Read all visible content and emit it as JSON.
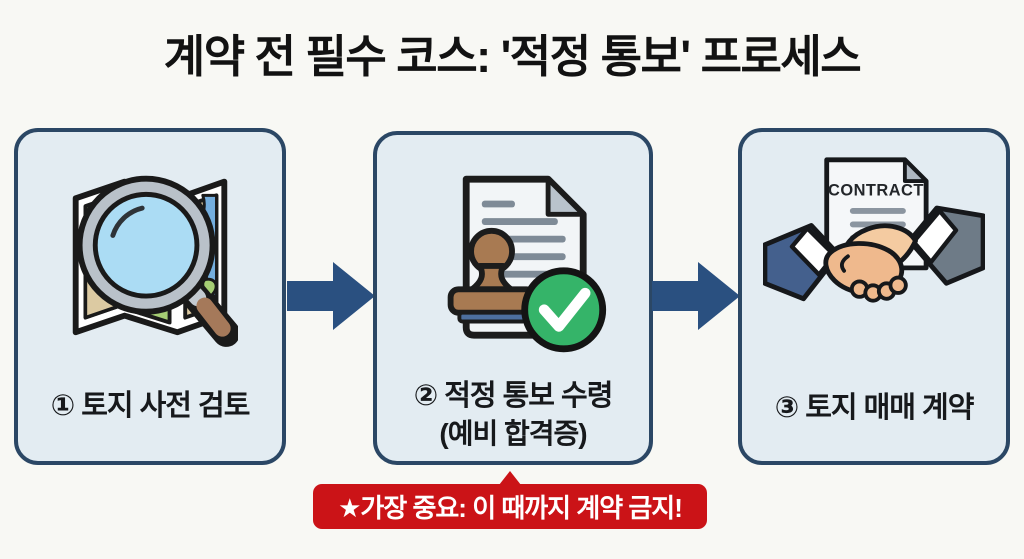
{
  "title": "계약 전 필수 코스: '적정 통보' 프로세스",
  "steps": [
    {
      "label": "① 토지 사전 검토",
      "icon": "map-magnifier-icon"
    },
    {
      "label": "② 적정 통보 수령",
      "sublabel": "(예비 합격증)",
      "icon": "stamped-document-approved-icon"
    },
    {
      "label": "③ 토지 매매 계약",
      "icon": "handshake-contract-icon"
    }
  ],
  "contract_doc_label": "CONTRACT",
  "warning_label": "★가장 중요: 이 때까지 계약 금지!",
  "arrow_icon": "arrow-right-icon",
  "colors": {
    "background": "#f8f8f4",
    "box_fill": "#e3ecf2",
    "box_border": "#2b4765",
    "arrow": "#2a5080",
    "warning_bg": "#cb1317",
    "warning_text": "#ffffff",
    "title_text": "#121212"
  }
}
